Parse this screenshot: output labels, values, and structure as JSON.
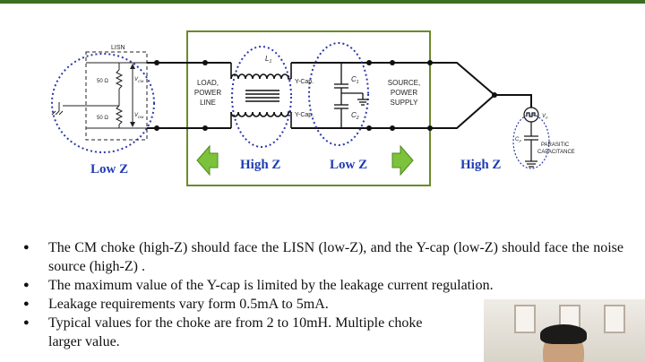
{
  "diagram": {
    "lisn_label": "LISN",
    "r_top_label": "50 Ω",
    "r_bottom_label": "50 Ω",
    "v_top_label": "V",
    "v_top_sub": "CM",
    "v_bottom_label": "V",
    "v_bottom_sub": "DM",
    "load_label_lines": [
      "LOAD,",
      "POWER",
      "LINE"
    ],
    "source_label_lines": [
      "SOURCE,",
      "POWER",
      "SUPPLY"
    ],
    "choke_label": "L",
    "choke_sub": "1",
    "ycap_top": "Y-Cap.",
    "ycap_bottom": "Y-Cap.",
    "c1_label": "C",
    "c1_sub": "1",
    "c2_label": "C",
    "c2_sub": "2",
    "vp_label": "V",
    "vp_sub": "P",
    "cp_label": "C",
    "cp_sub": "P",
    "parasitic_line1": "PARASITIC",
    "parasitic_line2": "CAPACITANCE",
    "low_z_left": "Low Z",
    "high_z_choke": "High Z",
    "low_z_cap": "Low Z",
    "high_z_right": "High Z"
  },
  "bullets": [
    "The CM choke (high-Z) should face the LISN (low-Z), and the Y-cap (low-Z) should face the noise source (high-Z) .",
    "The maximum value of the Y-cap is limited by the leakage current regulation.",
    "Leakage requirements vary form 0.5mA to 5mA.",
    "Typical values for the choke are from 2 to 10mH. Multiple choke",
    "larger value."
  ],
  "colors": {
    "frame_green": "#6a8a2a",
    "arrow_green": "#7cc23a",
    "dotted_blue": "#2b3aa8",
    "z_label": "#1f3bb3",
    "topbar": "#3b6e22"
  }
}
